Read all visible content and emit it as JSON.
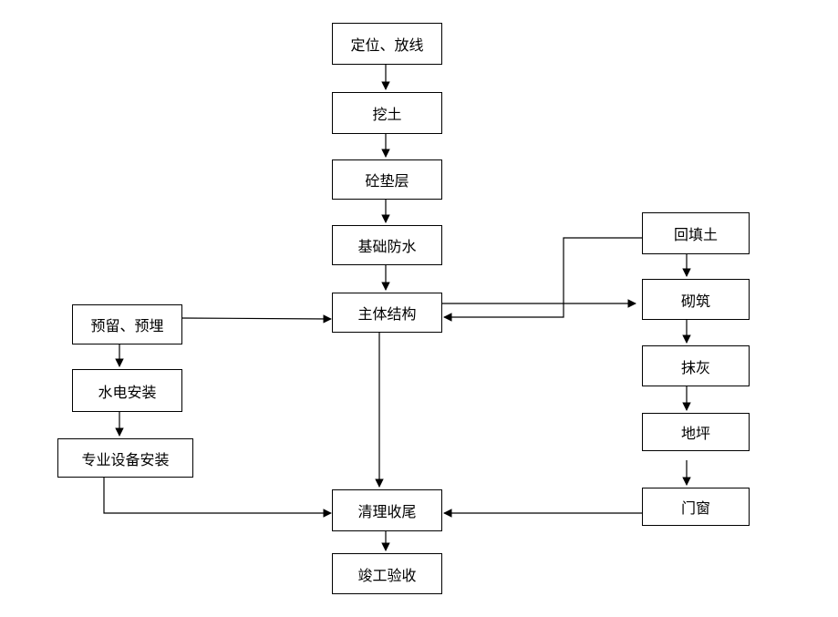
{
  "nodes": {
    "dingwei": "定位、放线",
    "wa_tu": "挖土",
    "dianceng": "砼垫层",
    "fangshui": "基础防水",
    "zhuti": "主体结构",
    "yuliu": "预留、预埋",
    "shuidian": "水电安装",
    "zhuanye": "专业设备安装",
    "qingli": "清理收尾",
    "jungong": "竣工验收",
    "huitian": "回填土",
    "qizhu": "砌筑",
    "mohui": "抹灰",
    "diping": "地坪",
    "menchuang": "门窗"
  }
}
